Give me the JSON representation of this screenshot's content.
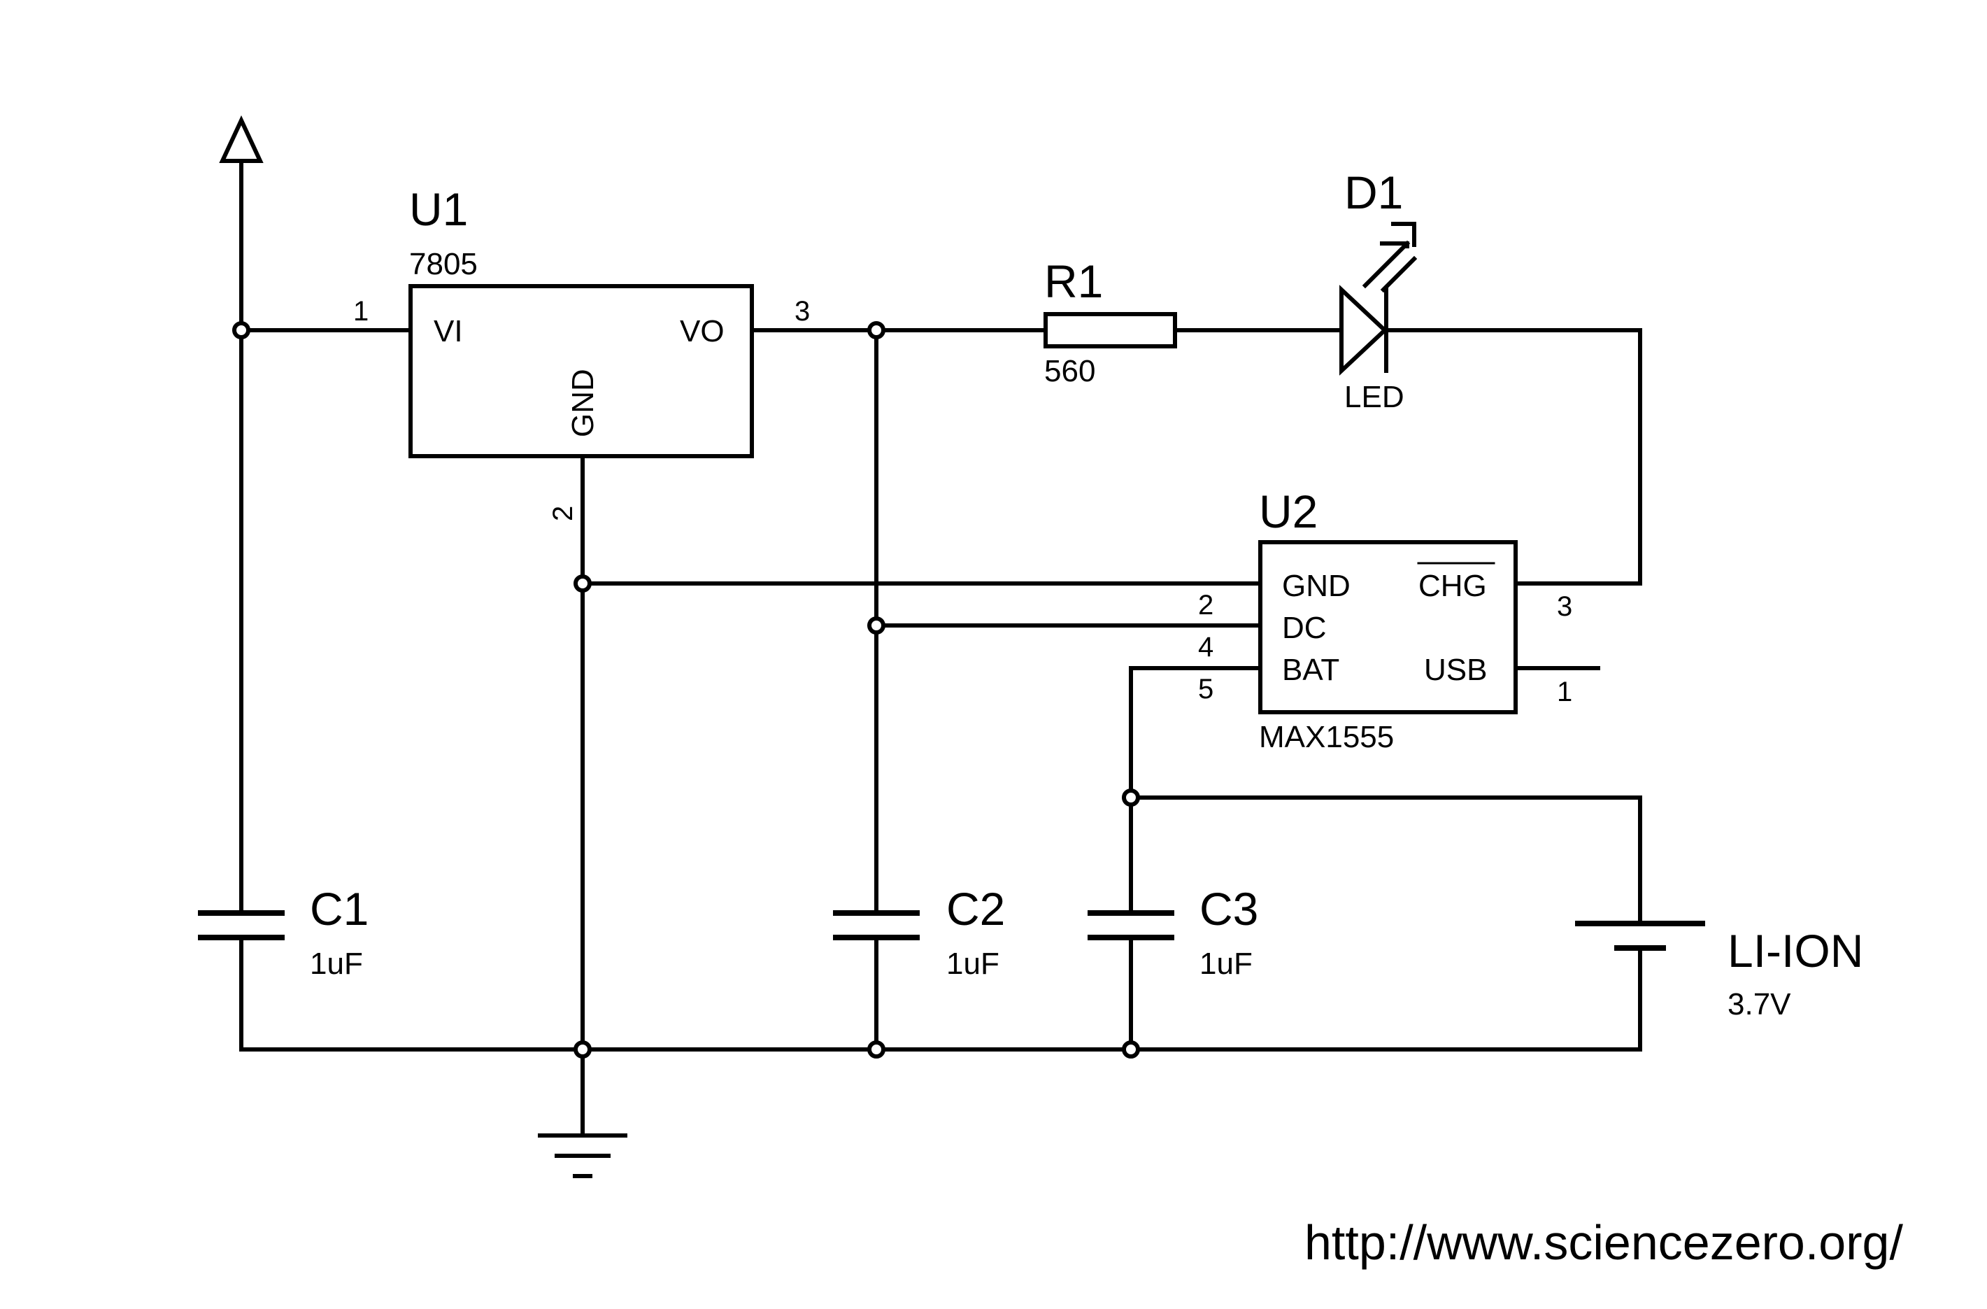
{
  "u1": {
    "ref": "U1",
    "value": "7805",
    "pin_vi": "VI",
    "pin_vo": "VO",
    "pin_gnd": "GND",
    "pin1": "1",
    "pin2": "2",
    "pin3": "3"
  },
  "u2": {
    "ref": "U2",
    "value": "MAX1555",
    "pin_gnd": "GND",
    "pin_chg": "CHG",
    "pin_dc": "DC",
    "pin_bat": "BAT",
    "pin_usb": "USB",
    "pin2": "2",
    "pin4": "4",
    "pin5": "5",
    "pin3": "3",
    "pin1": "1"
  },
  "r1": {
    "ref": "R1",
    "value": "560"
  },
  "d1": {
    "ref": "D1",
    "value": "LED"
  },
  "c1": {
    "ref": "C1",
    "value": "1uF"
  },
  "c2": {
    "ref": "C2",
    "value": "1uF"
  },
  "c3": {
    "ref": "C3",
    "value": "1uF"
  },
  "battery": {
    "ref": "LI-ION",
    "value": "3.7V"
  },
  "footer": {
    "url": "http://www.sciencezero.org/"
  }
}
